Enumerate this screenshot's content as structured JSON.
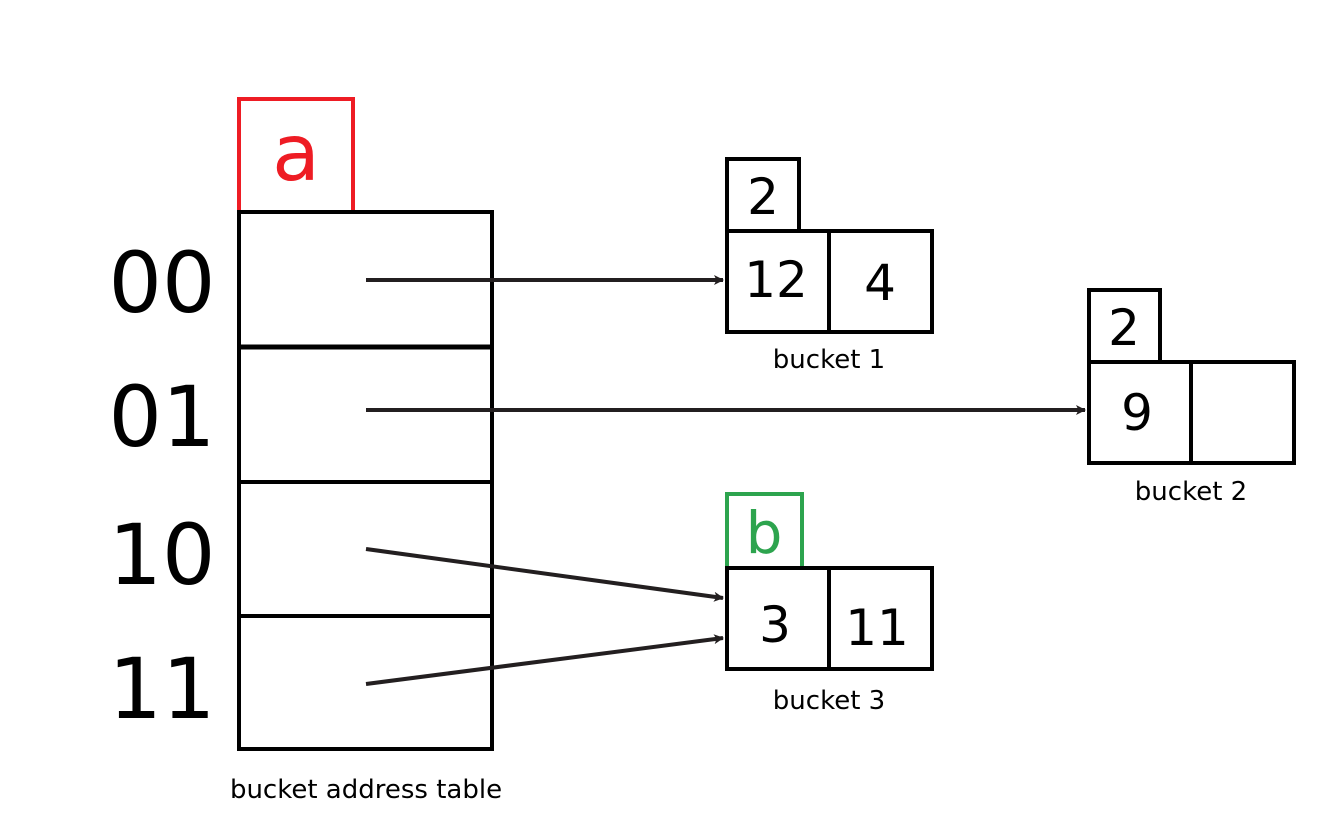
{
  "colors": {
    "global_depth_accent": "#ee1c24",
    "local_depth_accent": "#2da44e",
    "stroke": "#000000",
    "arrow": "#231f20"
  },
  "global_depth": {
    "text": "a"
  },
  "table": {
    "caption": "bucket address table",
    "rows": [
      {
        "index": "00"
      },
      {
        "index": "01"
      },
      {
        "index": "10"
      },
      {
        "index": "11"
      }
    ]
  },
  "buckets": {
    "bucket1": {
      "local_depth": "2",
      "entries": [
        "12",
        "4"
      ],
      "caption": "bucket 1"
    },
    "bucket2": {
      "local_depth": "2",
      "entries": [
        "9",
        ""
      ],
      "caption": "bucket 2"
    },
    "bucket3": {
      "local_depth": "b",
      "entries": [
        "3",
        "11"
      ],
      "caption": "bucket 3"
    }
  }
}
